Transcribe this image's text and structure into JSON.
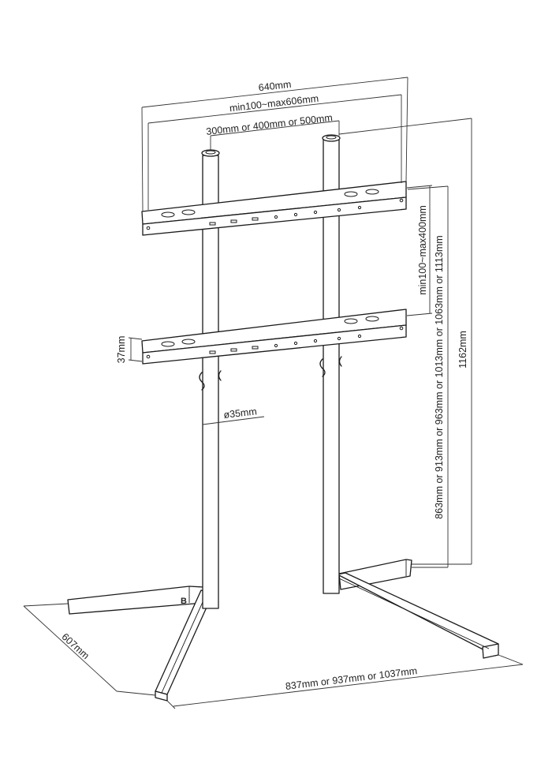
{
  "dimensions": {
    "overall_width": "640mm",
    "hole_spacing_horizontal": "min100~max606mm",
    "pole_spacing": "300mm or 400mm or 500mm",
    "hole_spacing_vertical": "min100~max400mm",
    "bracket_height": "863mm or 913mm or 963mm or 1013mm or 1063mm or 1113mm",
    "total_height": "1162mm",
    "bar_height": "37mm",
    "pole_diameter": "ø35mm",
    "base_depth": "607mm",
    "base_width": "837mm or 937mm or 1037mm"
  },
  "foot_marker": "B"
}
